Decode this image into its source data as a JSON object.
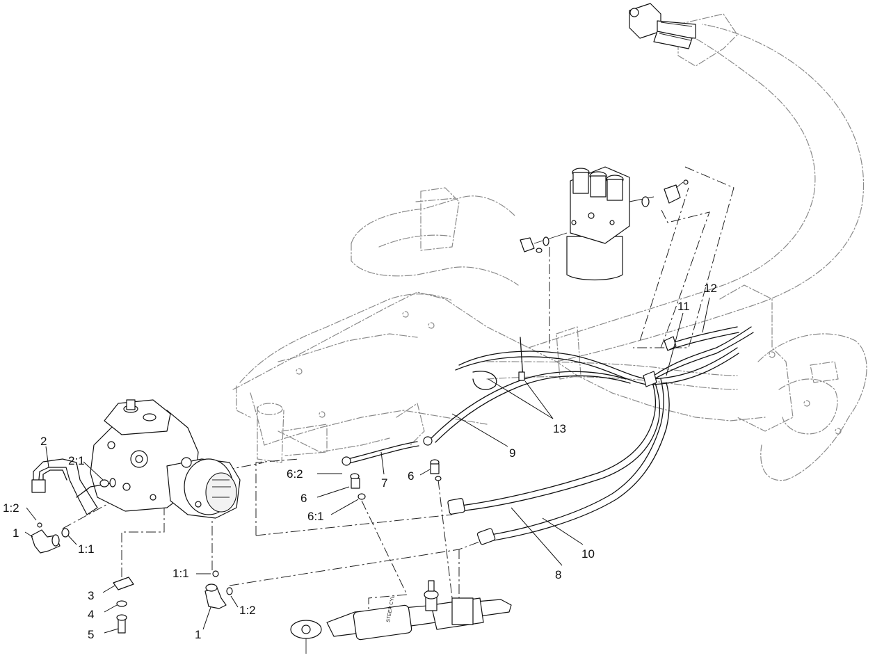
{
  "callouts": [
    {
      "id": "c1",
      "label": "1"
    },
    {
      "id": "c2",
      "label": "1:2"
    },
    {
      "id": "c3",
      "label": "1:1"
    },
    {
      "id": "c4",
      "label": "2"
    },
    {
      "id": "c5",
      "label": "2:1"
    },
    {
      "id": "c6",
      "label": "3"
    },
    {
      "id": "c7",
      "label": "4"
    },
    {
      "id": "c8",
      "label": "5"
    },
    {
      "id": "c9",
      "label": "1:1"
    },
    {
      "id": "c10",
      "label": "1:2"
    },
    {
      "id": "c11",
      "label": "1"
    },
    {
      "id": "c12",
      "label": "6:2"
    },
    {
      "id": "c13",
      "label": "6"
    },
    {
      "id": "c14",
      "label": "6:1"
    },
    {
      "id": "c15",
      "label": "7"
    },
    {
      "id": "c16",
      "label": "6"
    },
    {
      "id": "c17",
      "label": "9"
    },
    {
      "id": "c18",
      "label": "13"
    },
    {
      "id": "c19",
      "label": "8"
    },
    {
      "id": "c20",
      "label": "10"
    },
    {
      "id": "c21",
      "label": "11"
    },
    {
      "id": "c22",
      "label": "12"
    }
  ],
  "steering_cylinder_marking": "STEER CYL"
}
